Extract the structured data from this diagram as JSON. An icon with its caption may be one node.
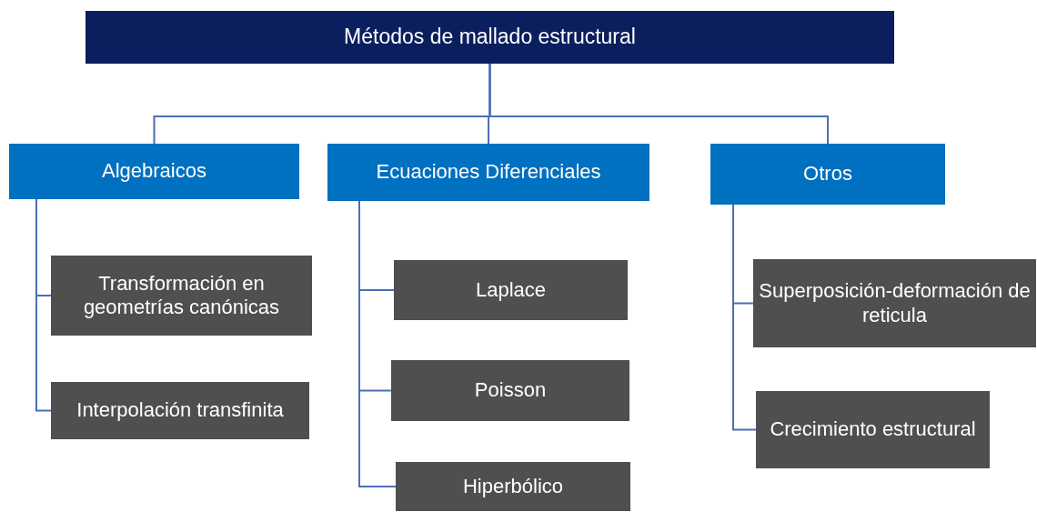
{
  "diagram": {
    "nodes": [
      {
        "text": [
          "Métodos de mallado estructural"
        ]
      },
      {
        "text": [
          "Algebraicos"
        ]
      },
      {
        "text": [
          "Ecuaciones Diferenciales"
        ]
      },
      {
        "text": [
          "Otros"
        ]
      },
      {
        "text": [
          "Transformación en geometrías canónicas"
        ]
      },
      {
        "text": [
          "Interpolación transfinita"
        ]
      },
      {
        "text": [
          "Laplace"
        ]
      },
      {
        "text": [
          "Poisson"
        ]
      },
      {
        "text": [
          "Hiperbólico"
        ]
      },
      {
        "text": [
          "Superposición-deformación de reticula"
        ]
      },
      {
        "text": [
          "Crecimiento estructural"
        ]
      }
    ],
    "edges": [
      {
        "from": 0,
        "to": 1,
        "arrow": "none"
      },
      {
        "from": 0,
        "to": 2,
        "arrow": "none"
      },
      {
        "from": 0,
        "to": 3,
        "arrow": "none"
      },
      {
        "from": 1,
        "to": 4,
        "arrow": "none"
      },
      {
        "from": 1,
        "to": 5,
        "arrow": "none"
      },
      {
        "from": 2,
        "to": 6,
        "arrow": "none"
      },
      {
        "from": 2,
        "to": 7,
        "arrow": "none"
      },
      {
        "from": 2,
        "to": 8,
        "arrow": "none"
      },
      {
        "from": 3,
        "to": 9,
        "arrow": "none"
      },
      {
        "from": 3,
        "to": 10,
        "arrow": "none"
      }
    ]
  }
}
